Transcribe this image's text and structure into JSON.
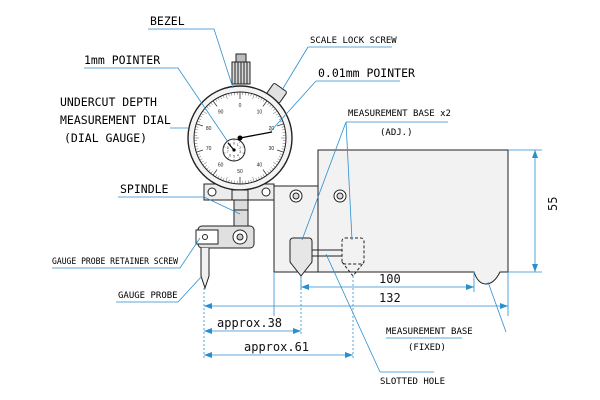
{
  "labels": {
    "bezel": "BEZEL",
    "scale_lock_screw": "SCALE LOCK SCREW",
    "pointer_1mm": "1mm POINTER",
    "pointer_001mm": "0.01mm POINTER",
    "undercut_line1": "UNDERCUT DEPTH",
    "undercut_line2": "MEASUREMENT DIAL",
    "undercut_line3": "(DIAL GAUGE)",
    "measurement_base_adj_line1": "MEASUREMENT BASE x2",
    "measurement_base_adj_line2": "(ADJ.)",
    "spindle": "SPINDLE",
    "gauge_probe_retainer_screw": "GAUGE PROBE RETAINER SCREW",
    "gauge_probe": "GAUGE PROBE",
    "measurement_base_fixed_line1": "MEASUREMENT BASE",
    "measurement_base_fixed_line2": "(FIXED)",
    "slotted_hole": "SLOTTED HOLE"
  },
  "dimensions": {
    "height": "55",
    "base_length": "100",
    "overall_length": "132",
    "approx_38": "approx.38",
    "approx_61": "approx.61"
  },
  "dial": {
    "main_ticks": [
      "0",
      "10",
      "20",
      "30",
      "40",
      "50",
      "60",
      "70",
      "80",
      "90"
    ],
    "small_ticks": [
      "0",
      "1",
      "2",
      "3",
      "4",
      "5",
      "6",
      "7",
      "8",
      "9"
    ]
  },
  "colors": {
    "leader": "#2a8fd0",
    "outline": "#222222",
    "body_fill": "#f2f2f2"
  }
}
